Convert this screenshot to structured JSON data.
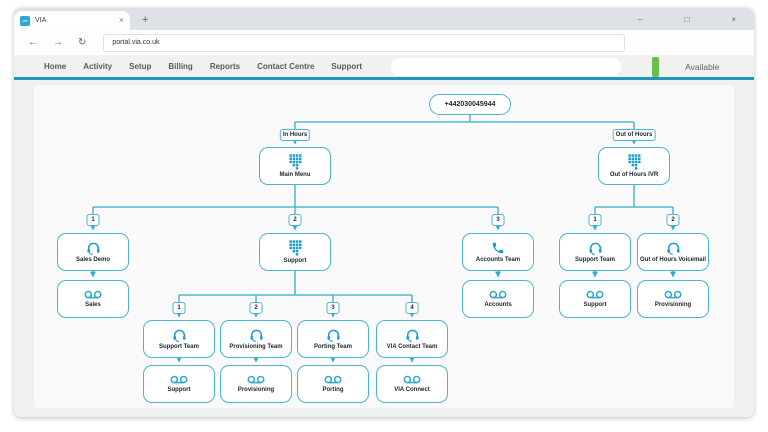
{
  "icons": {
    "close": "×",
    "new_tab": "+",
    "minimize": "–",
    "maximize": "□",
    "back": "←",
    "forward": "→",
    "reload": "↻",
    "favicon_text": "via"
  },
  "browser": {
    "tab_title": "VIA",
    "url": "portal.via.co.uk"
  },
  "nav": {
    "items": [
      "Home",
      "Activity",
      "Setup",
      "Billing",
      "Reports",
      "Contact Centre",
      "Support"
    ],
    "status_label": "Available"
  },
  "colors": {
    "teal_line": "#1e96b8",
    "node_border": "#4ab4d4",
    "connector": "#35abcd",
    "icon_blue": "#1d9cd0",
    "status_green": "#6abf4b"
  },
  "diagram": {
    "root_number": "+442030045944",
    "in_hours_label": "In Hours",
    "out_of_hours_label": "Out of Hours",
    "keys": [
      "1",
      "2",
      "3",
      "4"
    ],
    "main_menu": {
      "label": "Main Menu",
      "icon": "keypad"
    },
    "ooh_ivr": {
      "label": "Out of Hours IVR",
      "icon": "keypad"
    },
    "sales_demo": {
      "label": "Sales Demo",
      "icon": "headset"
    },
    "sales_vm": {
      "label": "Sales",
      "icon": "voicemail"
    },
    "support_menu": {
      "label": "Support",
      "icon": "keypad"
    },
    "accounts_team": {
      "label": "Accounts Team",
      "icon": "phone"
    },
    "accounts_vm": {
      "label": "Accounts",
      "icon": "voicemail"
    },
    "support_team": {
      "label": "Support Team",
      "icon": "headset"
    },
    "support_vm": {
      "label": "Support",
      "icon": "voicemail"
    },
    "provisioning_team": {
      "label": "Provisioning Team",
      "icon": "headset"
    },
    "provisioning_vm": {
      "label": "Provisioning",
      "icon": "voicemail"
    },
    "porting_team": {
      "label": "Porting Team",
      "icon": "headset"
    },
    "porting_vm": {
      "label": "Porting",
      "icon": "voicemail"
    },
    "via_contact_team": {
      "label": "VIA Contact Team",
      "icon": "headset"
    },
    "via_connect_vm": {
      "label": "VIA Connect",
      "icon": "voicemail"
    },
    "ooh_support_team": {
      "label": "Support Team",
      "icon": "headset"
    },
    "ooh_support_vm": {
      "label": "Support",
      "icon": "voicemail"
    },
    "ooh_voicemail": {
      "label": "Out of Hours Voicemail",
      "icon": "headset"
    },
    "ooh_provisioning_vm": {
      "label": "Provisioning",
      "icon": "voicemail"
    }
  }
}
